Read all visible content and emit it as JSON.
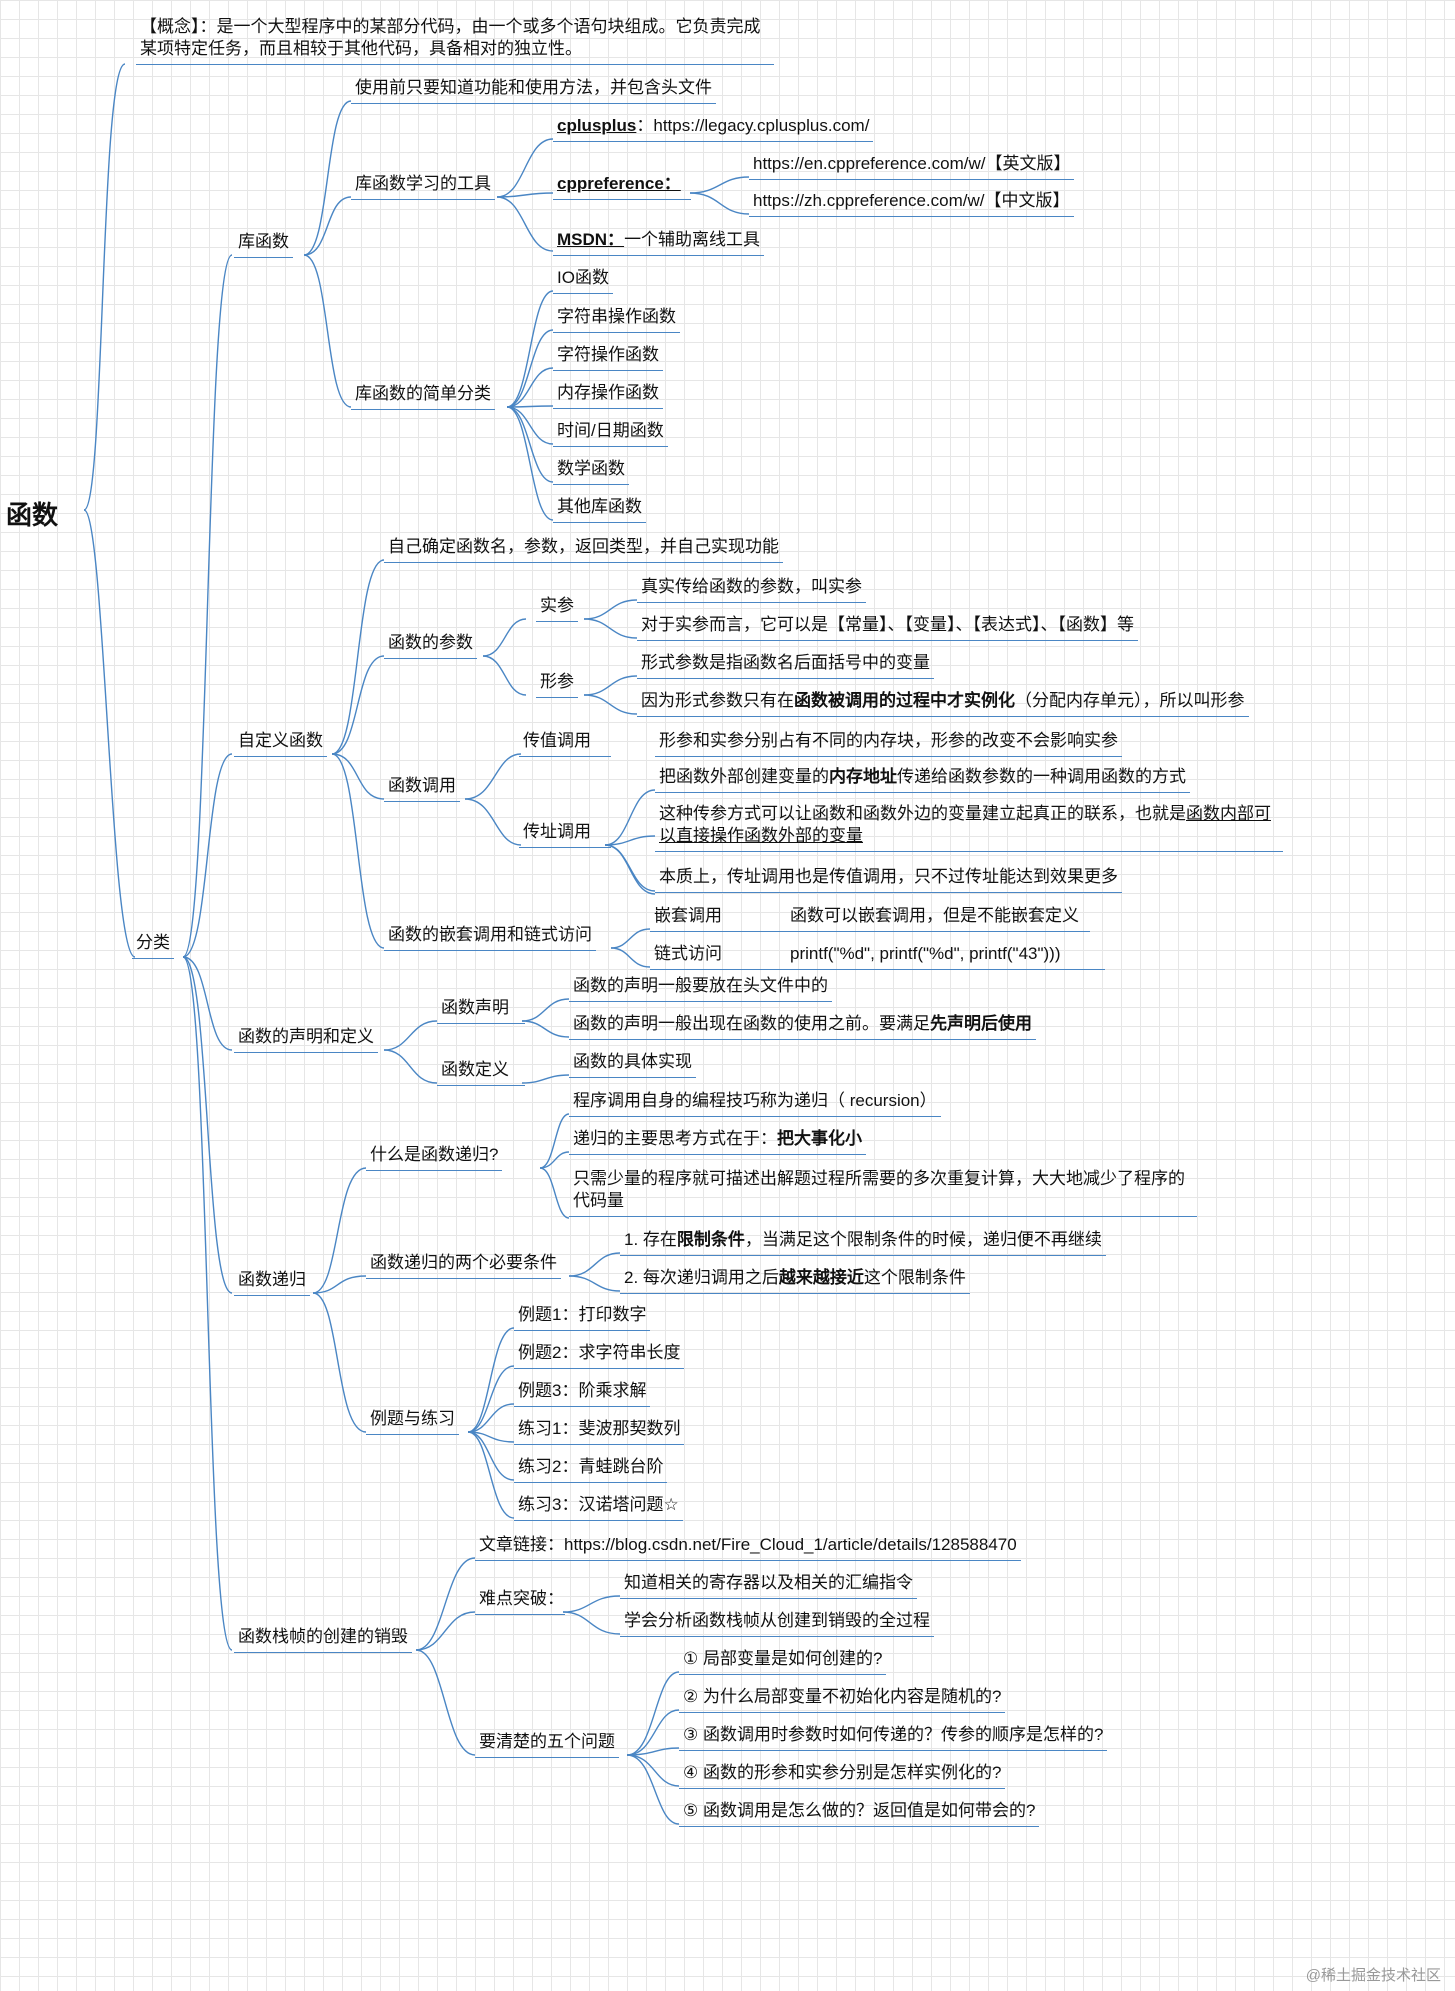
{
  "root": "函数",
  "concept": "【概念】：是一个大型程序中的某部分代码，由一个或多个语句块组成。它负责完成某项特定任务，而且相较于其他代码，具备相对的独立性。",
  "classify": "分类",
  "lib": {
    "title": "库函数",
    "note": "使用前只要知道功能和使用方法，并包含头文件",
    "tools": {
      "title": "库函数学习的工具",
      "cplusplus_name": "cplusplus",
      "cplusplus_url": "：https://legacy.cplusplus.com/",
      "cppref_name": "cppreference：",
      "cppref_en": "https://en.cppreference.com/w/【英文版】",
      "cppref_zh": "https://zh.cppreference.com/w/【中文版】",
      "msdn_name": "MSDN：",
      "msdn_desc": "一个辅助离线工具"
    },
    "kinds": {
      "title": "库函数的简单分类",
      "items": [
        "IO函数",
        "字符串操作函数",
        "字符操作函数",
        "内存操作函数",
        "时间/日期函数",
        "数学函数",
        "其他库函数"
      ]
    }
  },
  "custom": {
    "title": "自定义函数",
    "note": "自己确定函数名，参数，返回类型，并自己实现功能",
    "params": {
      "title": "函数的参数",
      "actual": "实参",
      "actual1": "真实传给函数的参数，叫实参",
      "actual2": "对于实参而言，它可以是【常量】、【变量】、【表达式】、【函数】等",
      "formal": "形参",
      "formal1": "形式参数是指函数名后面括号中的变量",
      "formal2_a": "因为形式参数只有在",
      "formal2_b": "函数被调用的过程中才实例化",
      "formal2_c": "（分配内存单元），所以叫形参"
    },
    "call": {
      "title": "函数调用",
      "byval": "传值调用",
      "byval1": "形参和实参分别占有不同的内存块，形参的改变不会影响实参",
      "byaddr": "传址调用",
      "byaddr1_a": "把函数外部创建变量的",
      "byaddr1_b": "内存地址",
      "byaddr1_c": "传递给函数参数的一种调用函数的方式",
      "byaddr2_a": "这种传参方式可以让函数和函数外边的变量建立起真正的联系，也就是",
      "byaddr2_b": "函数内部可以直接操作函数外部的变量",
      "byaddr3": "本质上，传址调用也是传值调用，只不过传址能达到效果更多"
    },
    "nest": {
      "title": "函数的嵌套调用和链式访问",
      "nested": "嵌套调用",
      "nested_desc": "函数可以嵌套调用，但是不能嵌套定义",
      "chain": "链式访问",
      "chain_desc": "printf(\"%d\", printf(\"%d\", printf(\"43\")))"
    }
  },
  "decl": {
    "title": "函数的声明和定义",
    "declare": "函数声明",
    "declare1": "函数的声明一般要放在头文件中的",
    "declare2_a": "函数的声明一般出现在函数的使用之前。要满足",
    "declare2_b": "先声明后使用",
    "define": "函数定义",
    "define1": "函数的具体实现"
  },
  "recur": {
    "title": "函数递归",
    "what": "什么是函数递归?",
    "what1": "程序调用自身的编程技巧称为递归（ recursion）",
    "what2_a": "递归的主要思考方式在于：",
    "what2_b": "把大事化小",
    "what3": "只需少量的程序就可描述出解题过程所需要的多次重复计算，大大地减少了程序的代码量",
    "cond": "函数递归的两个必要条件",
    "cond1_a": "1. 存在",
    "cond1_b": "限制条件",
    "cond1_c": "，当满足这个限制条件的时候，递归便不再继续",
    "cond2_a": "2. 每次递归调用之后",
    "cond2_b": "越来越接近",
    "cond2_c": "这个限制条件",
    "examples": {
      "title": "例题与练习",
      "items": [
        "例题1：打印数字",
        "例题2：求字符串长度",
        "例题3：阶乘求解",
        "练习1：斐波那契数列",
        "练习2：青蛙跳台阶",
        "练习3：汉诺塔问题☆"
      ]
    }
  },
  "stack": {
    "title": "函数栈帧的创建的销毁",
    "link": "文章链接：https://blog.csdn.net/Fire_Cloud_1/article/details/128588470",
    "hard": "难点突破：",
    "hard1": "知道相关的寄存器以及相关的汇编指令",
    "hard2": "学会分析函数栈帧从创建到销毁的全过程",
    "five": "要清楚的五个问题",
    "qs": [
      "① 局部变量是如何创建的?",
      "② 为什么局部变量不初始化内容是随机的?",
      "③ 函数调用时参数时如何传递的？传参的顺序是怎样的?",
      "④ 函数的形参和实参分别是怎样实例化的?",
      "⑤ 函数调用是怎么做的？返回值是如何带会的?"
    ]
  },
  "watermark": "@稀土掘金技术社区"
}
